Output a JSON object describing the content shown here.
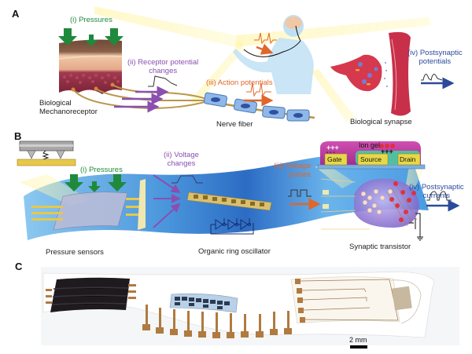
{
  "colors": {
    "green": "#1f8a3c",
    "purple": "#8a4fb0",
    "orange": "#e0662a",
    "blue": "#2c4a9a",
    "beam": "#fff3a0",
    "substrate": "#5fa8e6",
    "skin_top": "#6e4a36",
    "skin_mid": "#e8b08c",
    "skin_cells": "#8c2a3e",
    "synapse": "#d6384e",
    "nerve": "#8fb8e8",
    "gold": "#e6c84a",
    "iongel": "#c33a9e"
  },
  "panel_a": {
    "letter": "A",
    "step1": "(i) Pressures",
    "step2_line1": "(ii) Receptor potential",
    "step2_line2": "changes",
    "step3": "(iii) Action potentials",
    "step4_line1": "(iv) Postsynaptic",
    "step4_line2": "potentials",
    "mechanoreceptor_line1": "Biological",
    "mechanoreceptor_line2": "Mechanoreceptor",
    "nerve_fiber": "Nerve fiber",
    "synapse": "Biological synapse"
  },
  "panel_b": {
    "letter": "B",
    "step1": "(i) Pressures",
    "step2_line1": "(ii) Voltage",
    "step2_line2": "changes",
    "step3_line1": "(iii) Voltage",
    "step3_line2": "pulses",
    "step4_line1": "(iv) Postsynaptic",
    "step4_line2": "currents",
    "pressure_sensors": "Pressure sensors",
    "ring_oscillator": "Organic ring oscillator",
    "synaptic_transistor": "Synaptic transistor",
    "transistor": {
      "ion_gel": "Ion gel",
      "gate": "Gate",
      "source": "Source",
      "drain": "Drain",
      "plus": "+++",
      "minus_under": "- - -",
      "plus_channel": "+++"
    }
  },
  "panel_c": {
    "letter": "C",
    "scale_bar": "2 mm"
  }
}
